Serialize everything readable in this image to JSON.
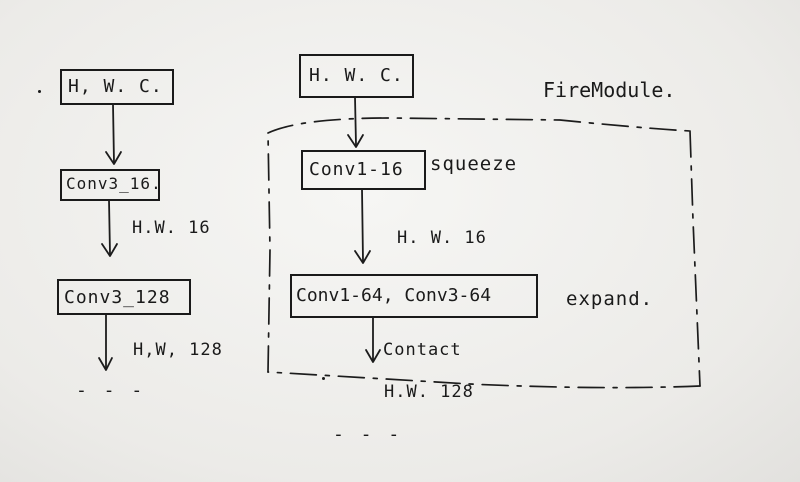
{
  "left_flow": {
    "input_box": "H, W. C.",
    "conv1_box": "Conv3_16.",
    "conv1_output": "H.W. 16",
    "conv2_box": "Conv3_128",
    "conv2_output": "H,W, 128",
    "continuation": "- - -"
  },
  "fire_module": {
    "title": "FireModule.",
    "input_box": "H. W. C.",
    "squeeze_box": "Conv1-16",
    "squeeze_label": "squeeze",
    "squeeze_output": "H. W. 16",
    "expand_box": "Conv1-64,  Conv3-64",
    "expand_label": "expand.",
    "merge_label": "Contact",
    "output": "H.W. 128",
    "continuation": "- - -"
  }
}
